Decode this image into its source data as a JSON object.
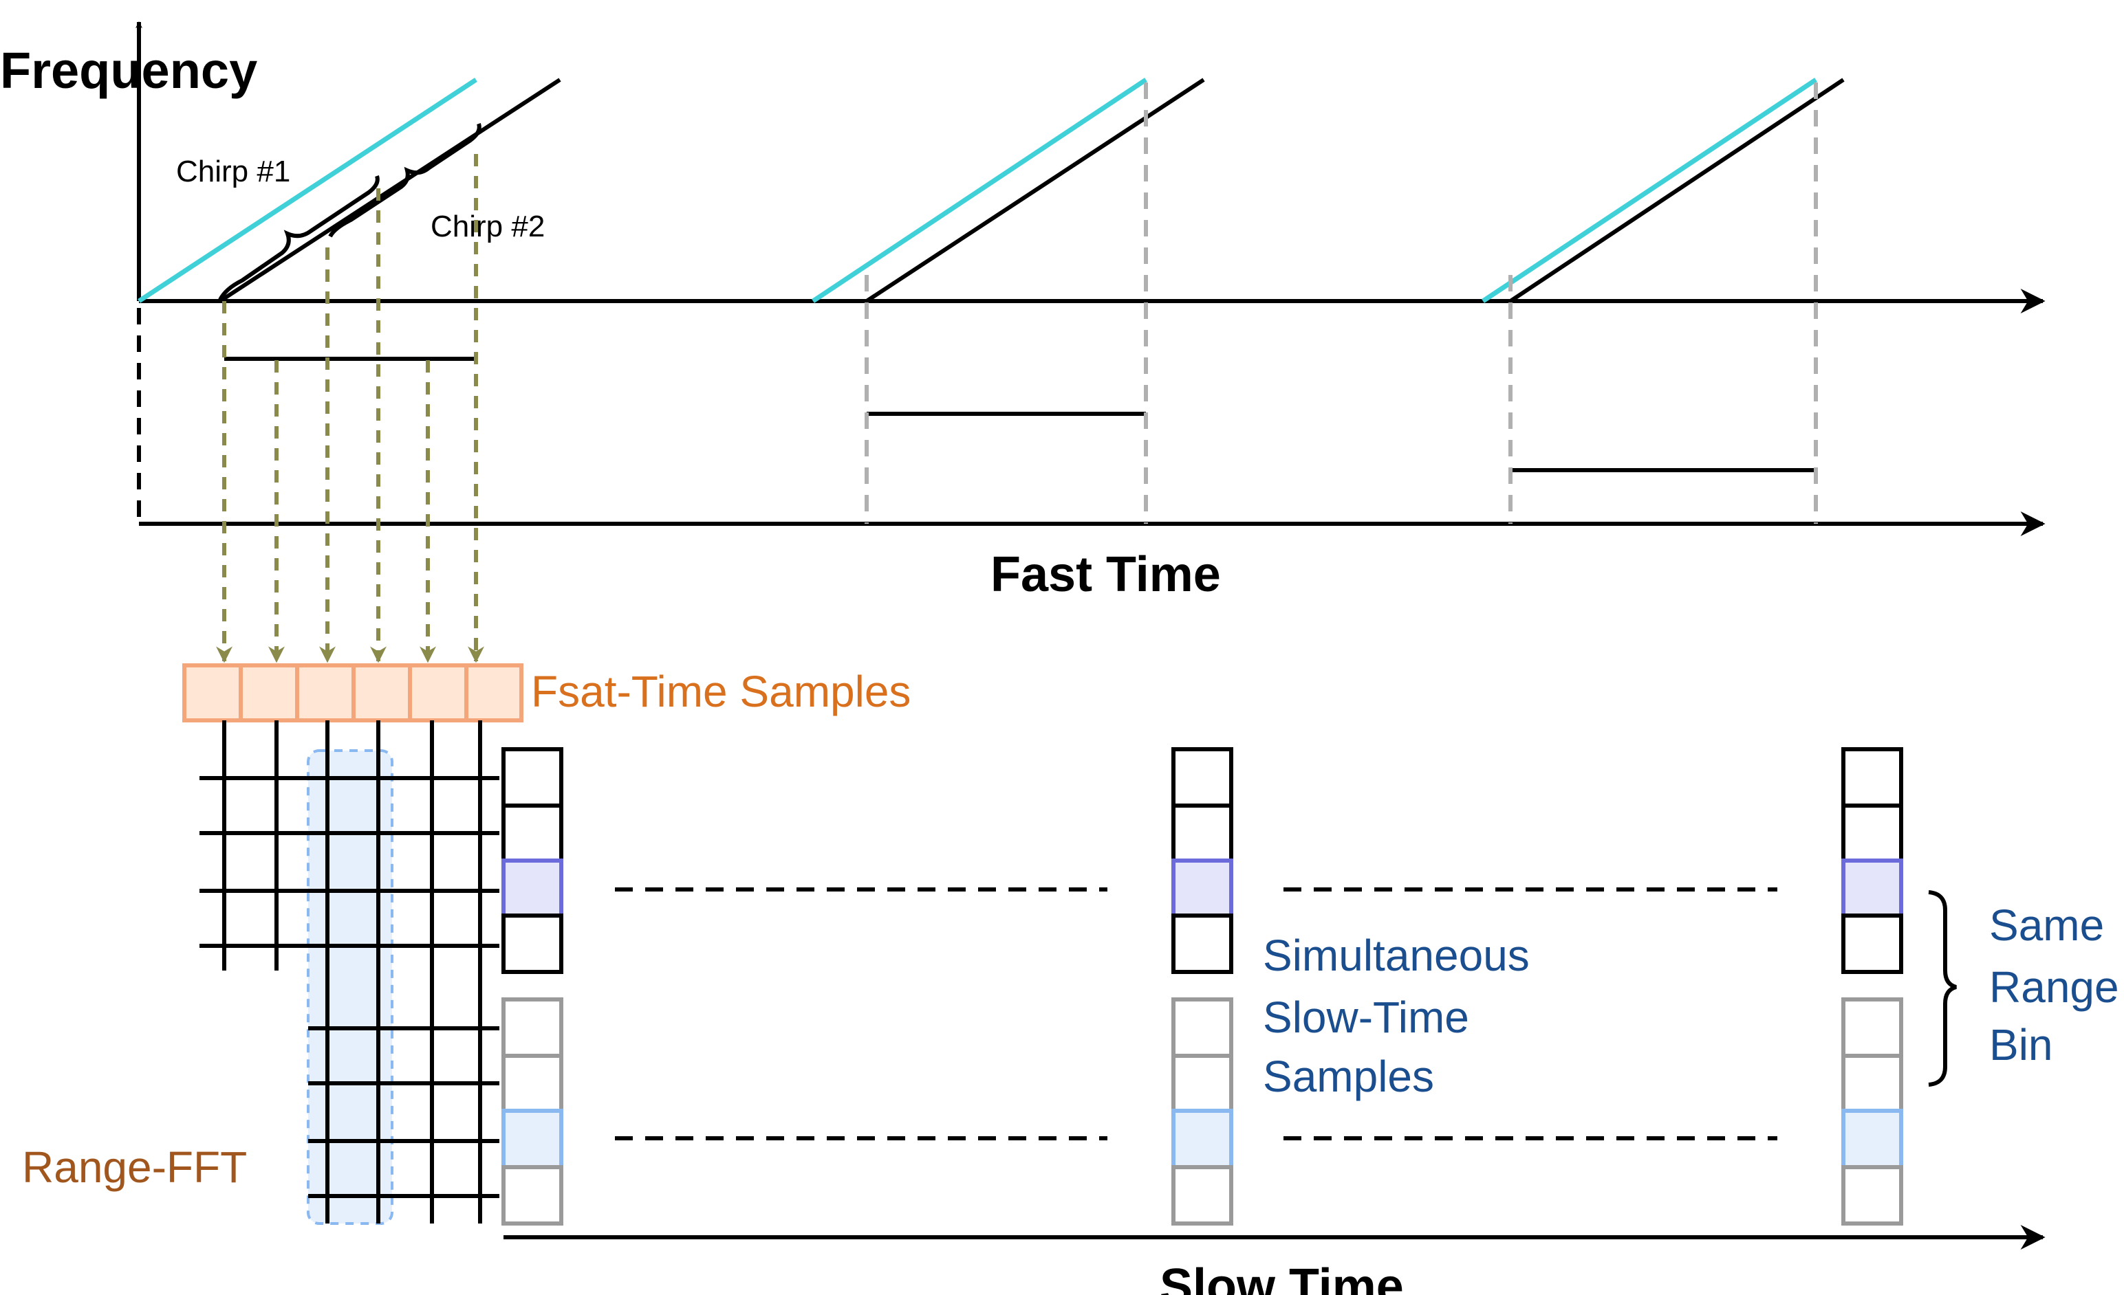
{
  "labels": {
    "y_axis": "Frequency",
    "chirp1": "Chirp #1",
    "chirp2": "Chirp #2",
    "fast_time": "Fast Time",
    "fast_time_samples": "Fsat-Time Samples",
    "range_fft": "Range-FFT",
    "simultaneous_line1": "Simultaneous",
    "simultaneous_line2": "Slow-Time",
    "simultaneous_line3": "Samples",
    "same_line1": "Same",
    "same_line2": "Range",
    "same_line3": "Bin",
    "slow_time": "Slow Time"
  },
  "colors": {
    "tx_chirp": "#3fd0d8",
    "rx_chirp": "#000000",
    "sample_arrow": "#8a8a4a",
    "sample_fill": "#ffe6d5",
    "sample_stroke": "#f4a57a",
    "sample_label": "#d9701e",
    "range_fft_label": "#a0561c",
    "blue_label": "#1a4e8e",
    "highlight_dark_fill": "#e4e4fa",
    "highlight_dark_stroke": "#6b6bdb",
    "highlight_light_fill": "#e6f0fc",
    "highlight_light_stroke": "#8ab8f0",
    "grey_cell": "#9a9a9a",
    "grey_dash": "#b0b0b0"
  }
}
